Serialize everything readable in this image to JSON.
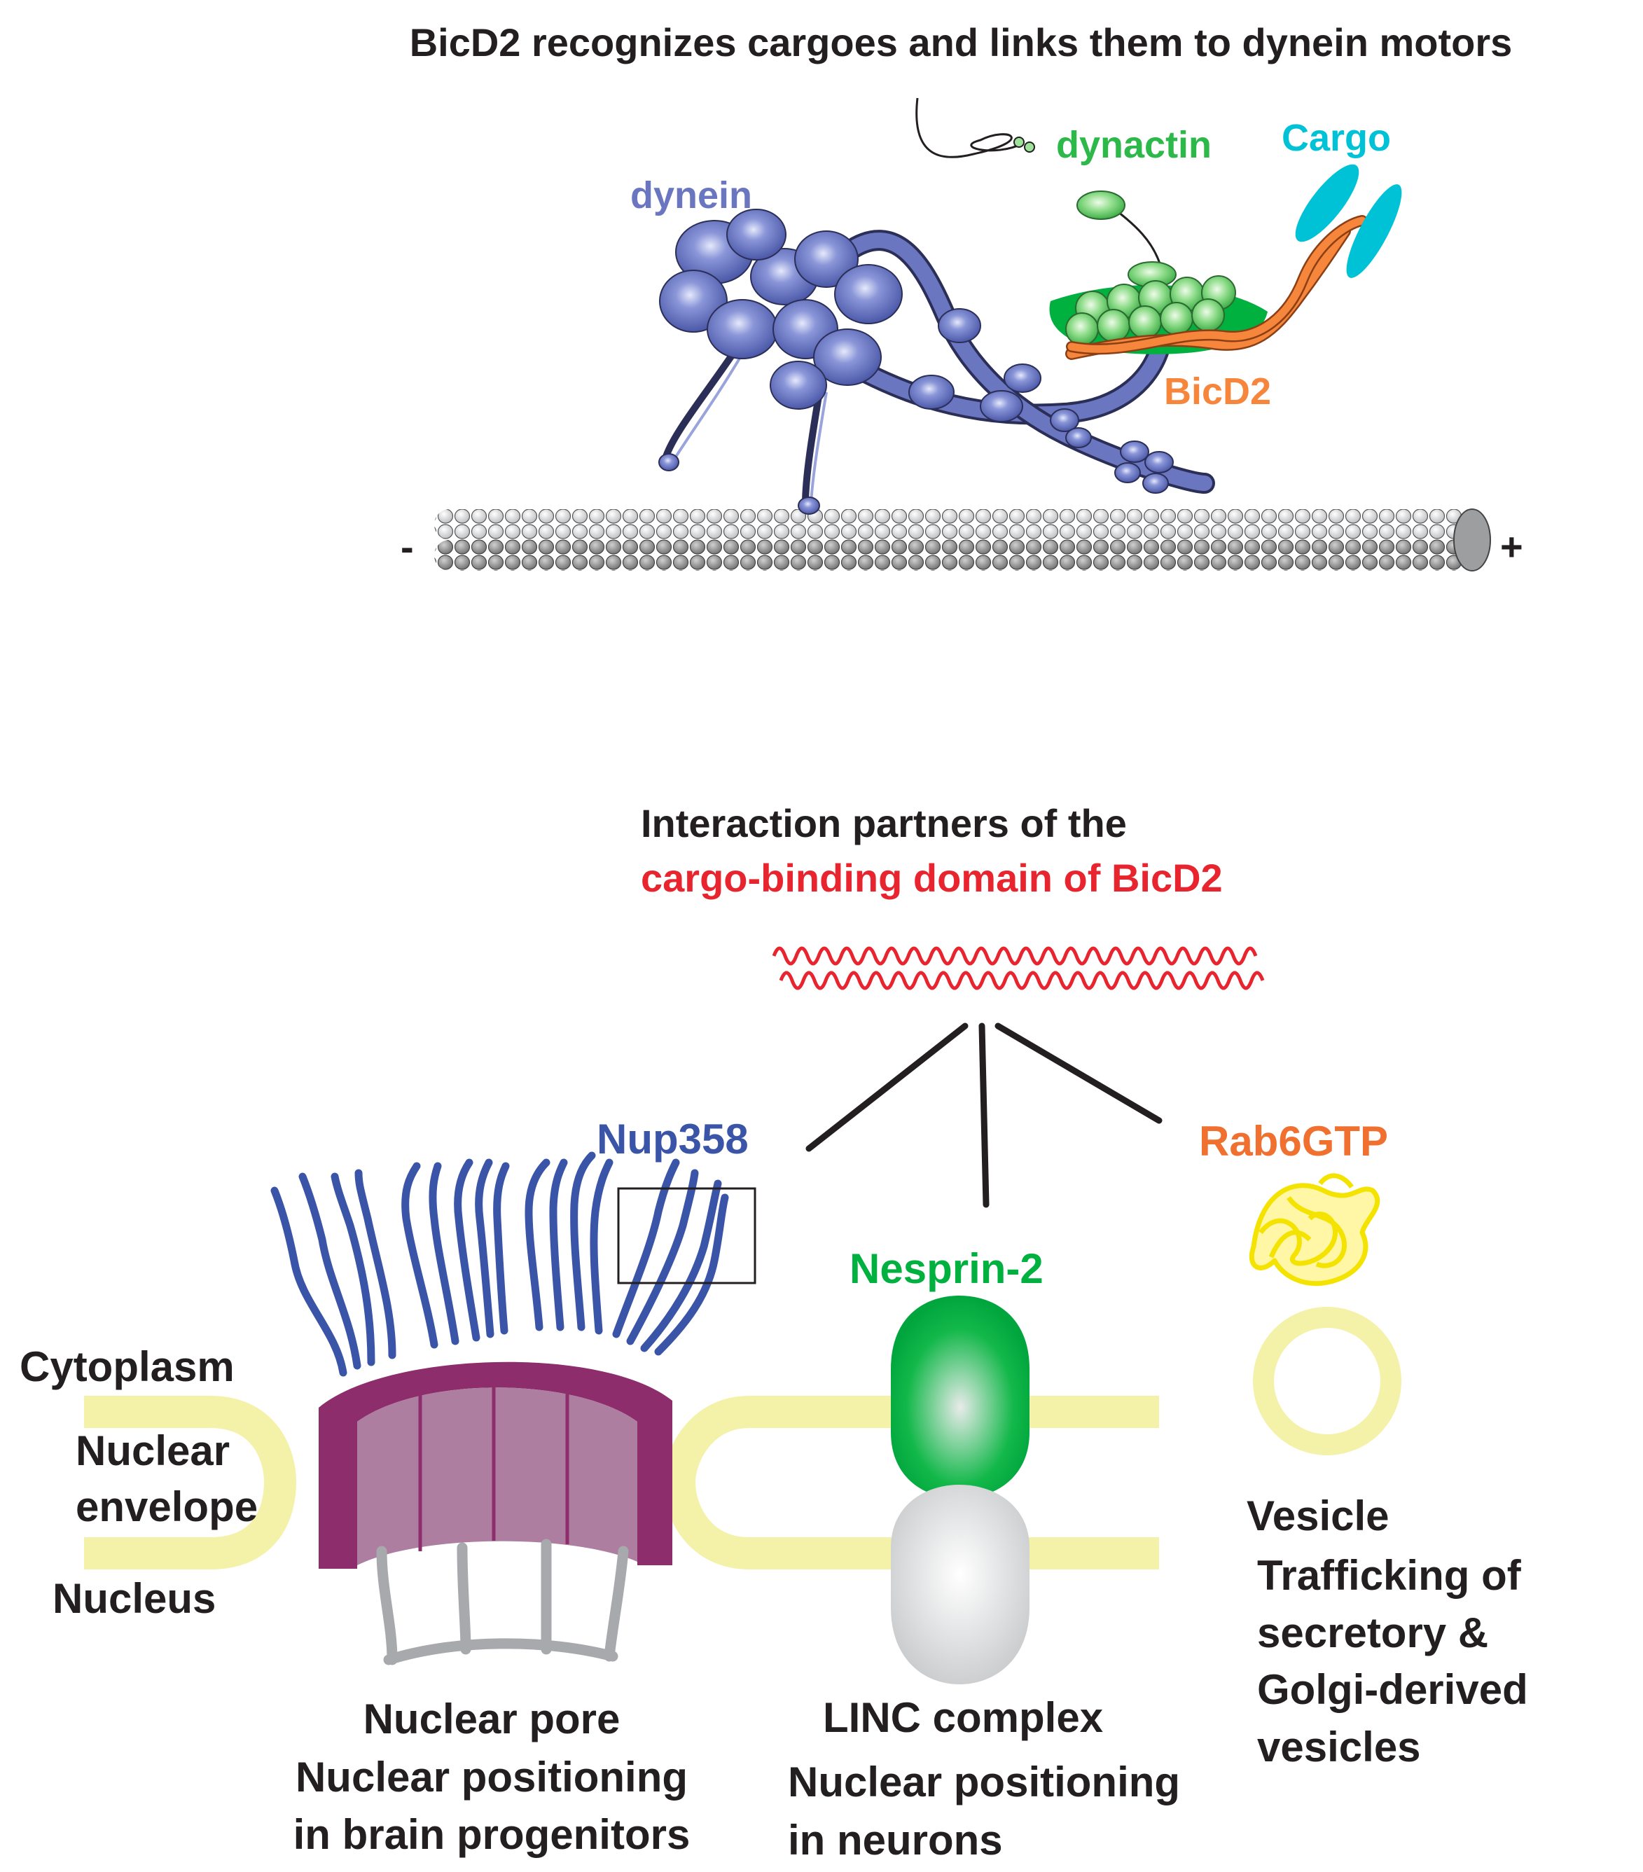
{
  "top": {
    "title": "BicD2 recognizes cargoes and links them to dynein motors",
    "labels": {
      "dynein": "dynein",
      "dynactin": "dynactin",
      "cargo": "Cargo",
      "bicd2": "BicD2",
      "minus": "-",
      "plus": "+"
    }
  },
  "bottom": {
    "heading_line1": "Interaction partners of the",
    "heading_line2": "cargo-binding domain of BicD2",
    "partners": {
      "nup358": "Nup358",
      "nesprin2": "Nesprin-2",
      "rab6gtp": "Rab6GTP"
    },
    "compartments": {
      "cytoplasm": "Cytoplasm",
      "envelope_line1": "Nuclear",
      "envelope_line2": "envelope",
      "nucleus": "Nucleus"
    },
    "captions": {
      "pore": [
        "Nuclear pore",
        "Nuclear positioning",
        "in brain progenitors"
      ],
      "linc": [
        "LINC complex",
        "Nuclear positioning",
        "in neurons"
      ],
      "vesicle_title": "Vesicle",
      "vesicle": [
        "Trafficking of",
        "secretory &",
        "Golgi-derived",
        "vesicles"
      ]
    }
  },
  "colors": {
    "dynein": "#6a77c0",
    "dynactin": "#2db84a",
    "cargo": "#00c2d6",
    "bicd2": "#f5863c",
    "bicd2_domain": "#e8252e",
    "nup358": "#3a55a8",
    "nesprin": "#00b140",
    "rab6": "#f07030",
    "membrane": "#f4f1a8",
    "pore": "#8e2d6b",
    "text": "#231f20"
  }
}
